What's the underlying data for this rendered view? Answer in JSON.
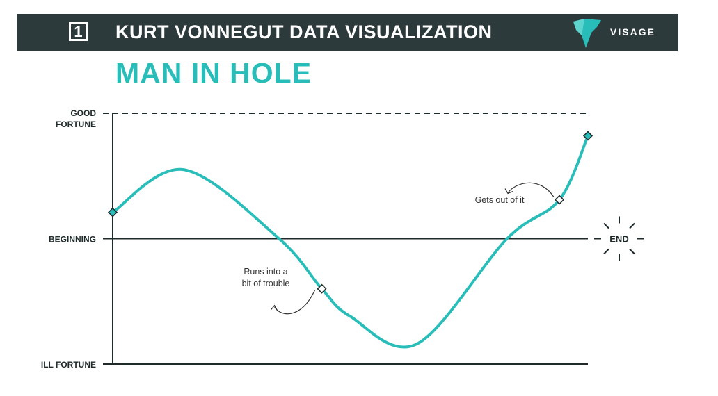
{
  "header": {
    "badge": "1",
    "title": "KURT VONNEGUT DATA VISUALIZATION",
    "brand": "VISAGE"
  },
  "colors": {
    "header_bg": "#2c3a3c",
    "accent": "#29bdb9",
    "axis": "#1f2a2b",
    "annotation": "#333333"
  },
  "chart_data": {
    "type": "line",
    "title": "MAN IN HOLE",
    "xlabel": "",
    "ylabel": "",
    "xlim": [
      0,
      100
    ],
    "ylim": [
      -1,
      1
    ],
    "y_ticks": [
      {
        "value": 1,
        "label": [
          "GOOD",
          "FORTUNE"
        ],
        "line": "dashed"
      },
      {
        "value": 0,
        "label": [
          "BEGINNING"
        ],
        "line": "solid"
      },
      {
        "value": -1,
        "label": [
          "ILL FORTUNE"
        ],
        "line": "solid"
      }
    ],
    "end_label": "END",
    "grid": false,
    "legend": "none",
    "series": [
      {
        "color": "#29bdb9",
        "x": [
          0,
          15,
          35,
          44,
          50,
          64,
          83,
          94,
          100
        ],
        "y": [
          0.21,
          0.55,
          0.0,
          -0.4,
          -0.62,
          -0.84,
          0.0,
          0.31,
          0.82
        ]
      }
    ],
    "markers": [
      {
        "x": 0,
        "y": 0.21,
        "style": "filled"
      },
      {
        "x": 44,
        "y": -0.4,
        "style": "hollow"
      },
      {
        "x": 94,
        "y": 0.31,
        "style": "hollow"
      },
      {
        "x": 100,
        "y": 0.82,
        "style": "filled"
      }
    ],
    "annotations": [
      {
        "lines": [
          "Runs into a",
          "bit of trouble"
        ],
        "x": 44,
        "y": -0.4
      },
      {
        "lines": [
          "Gets out of it"
        ],
        "x": 94,
        "y": 0.31
      }
    ]
  }
}
